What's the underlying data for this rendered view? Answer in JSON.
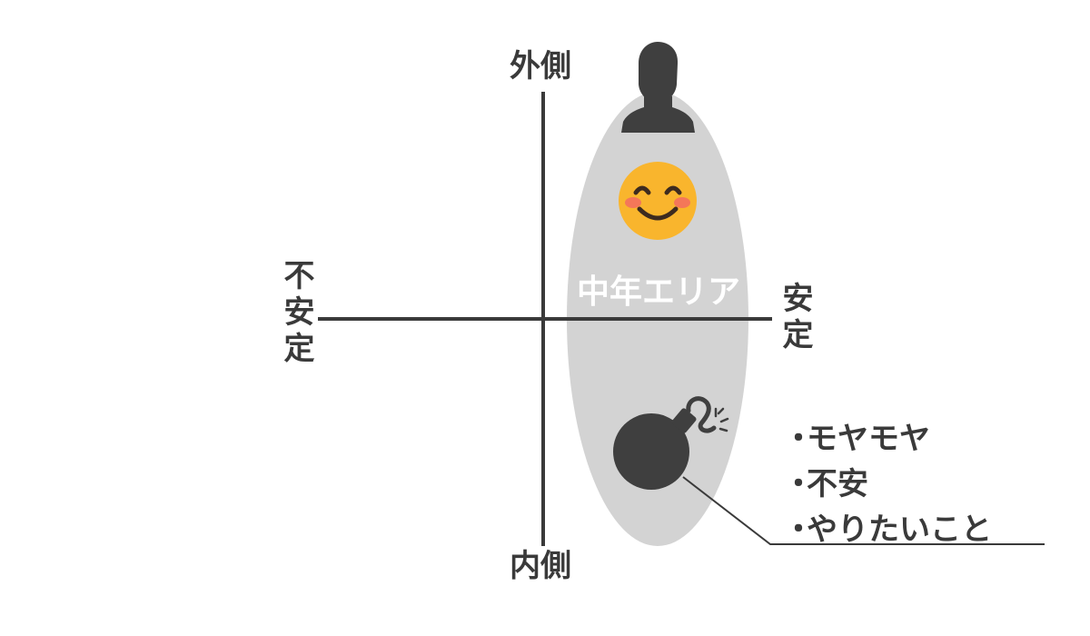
{
  "axes": {
    "top": "外側",
    "bottom": "内側",
    "left": "不安定",
    "right": "安定"
  },
  "area": {
    "label": "中年エリア"
  },
  "callout": {
    "bullet": "・",
    "items": [
      "モヤモヤ",
      "不安",
      "やりたいこと"
    ]
  },
  "icons": {
    "person": "person-silhouette-icon",
    "face": "smiling-face-icon",
    "bomb": "bomb-icon"
  },
  "colors": {
    "axis": "#3a3a3a",
    "area": "#d3d3d3",
    "face": "#f9b52d",
    "cheeks": "#f3705e",
    "dark": "#3f3f3f"
  }
}
